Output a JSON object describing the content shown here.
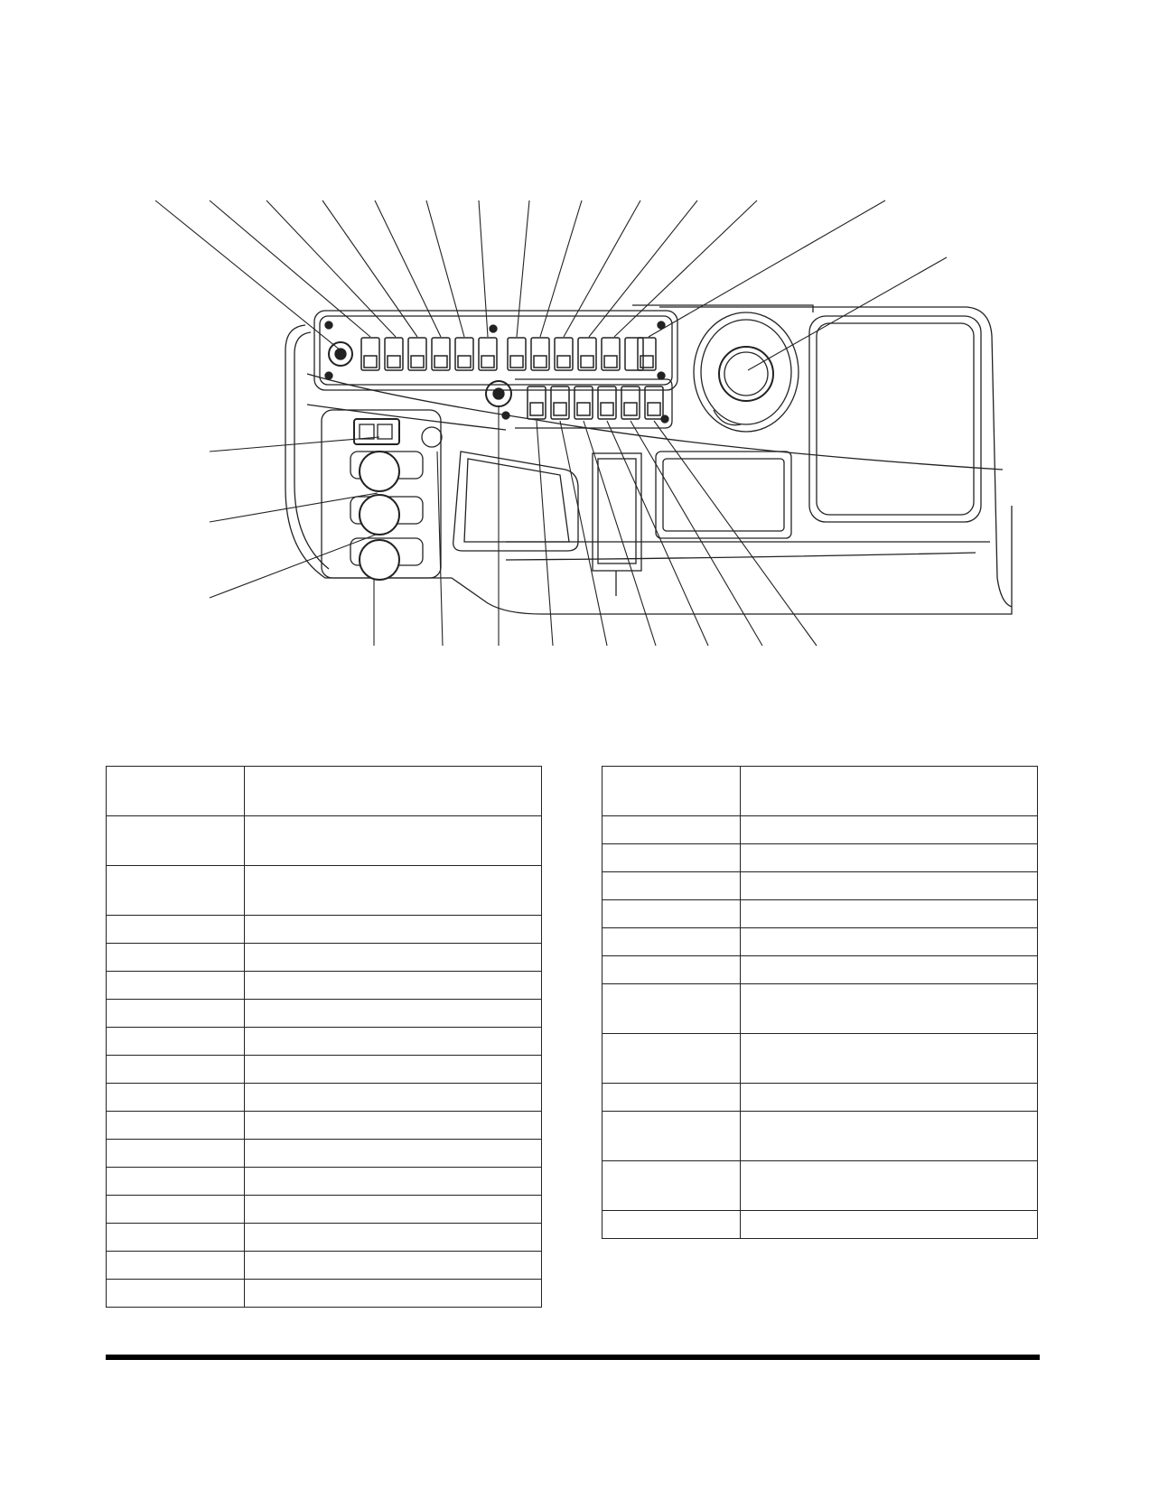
{
  "document": {
    "figure_callout_count": 27,
    "tables": {
      "left": {
        "row_heights": [
          "tall",
          "tall",
          "tall",
          "n",
          "n",
          "n",
          "n",
          "n",
          "n",
          "n",
          "n",
          "n",
          "n",
          "n",
          "n",
          "n",
          "n"
        ]
      },
      "right": {
        "row_heights": [
          "tall",
          "n",
          "n",
          "n",
          "n",
          "n",
          "n",
          "tall",
          "tall",
          "n",
          "tall",
          "tall",
          "n"
        ]
      }
    }
  }
}
